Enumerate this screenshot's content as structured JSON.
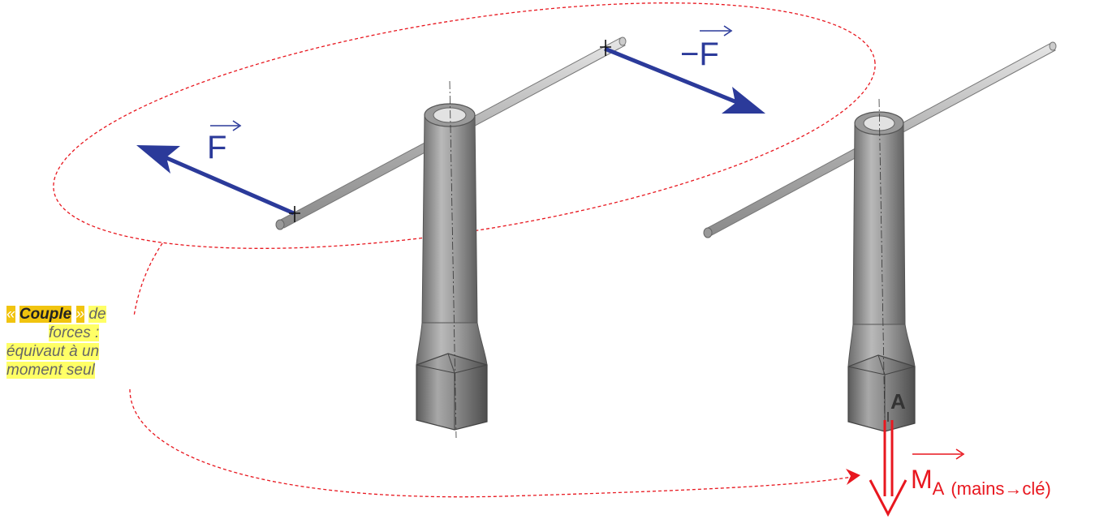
{
  "forces": {
    "f_label": "F",
    "neg_f_label": "−F"
  },
  "point": {
    "label": "A"
  },
  "moment": {
    "main": "M",
    "sub_a": "A",
    "sub_detail": "(mains→clé)"
  },
  "note": {
    "open_quote": "«",
    "keyword": "Couple",
    "close_quote": "»",
    "line1_rest": "de",
    "line2": "forces :",
    "line3": "équivaut à un",
    "line4": "moment seul"
  },
  "colors": {
    "force": "#2b3a9a",
    "moment": "#e8171f",
    "highlight": "#ffff66",
    "steel": "#8e8e8e"
  }
}
